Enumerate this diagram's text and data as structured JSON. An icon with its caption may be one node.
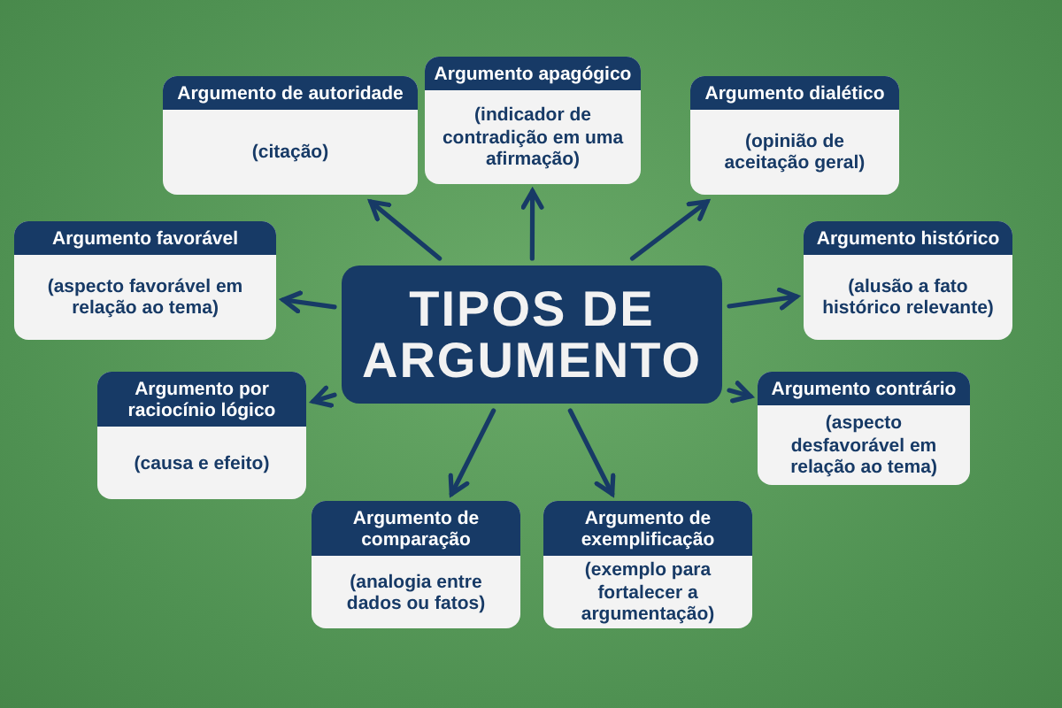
{
  "diagram": {
    "nodes": [
      {
        "text": [
          "TIPOS DE ARGUMENTO"
        ]
      },
      {
        "text": [
          "Argumento de autoridade",
          "(citação)"
        ]
      },
      {
        "text": [
          "Argumento apagógico",
          "(indicador de contradição em uma afirmação)"
        ]
      },
      {
        "text": [
          "Argumento dialético",
          "(opinião de aceitação geral)"
        ]
      },
      {
        "text": [
          "Argumento favorável",
          "(aspecto favorável em relação ao tema)"
        ]
      },
      {
        "text": [
          "Argumento histórico",
          "(alusão a fato histórico relevante)"
        ]
      },
      {
        "text": [
          "Argumento por raciocínio lógico",
          "(causa e efeito)"
        ]
      },
      {
        "text": [
          "Argumento contrário",
          "(aspecto desfavorável em relação ao tema)"
        ]
      },
      {
        "text": [
          "Argumento de comparação",
          "(analogia entre dados ou fatos)"
        ]
      },
      {
        "text": [
          "Argumento de exemplificação",
          "(exemplo para fortalecer a argumentação)"
        ]
      }
    ],
    "edges": [
      {
        "from": 0,
        "to": 1,
        "arrow": "to"
      },
      {
        "from": 0,
        "to": 2,
        "arrow": "to"
      },
      {
        "from": 0,
        "to": 3,
        "arrow": "to"
      },
      {
        "from": 0,
        "to": 4,
        "arrow": "to"
      },
      {
        "from": 0,
        "to": 5,
        "arrow": "to"
      },
      {
        "from": 0,
        "to": 6,
        "arrow": "to"
      },
      {
        "from": 0,
        "to": 7,
        "arrow": "to"
      },
      {
        "from": 0,
        "to": 8,
        "arrow": "to"
      },
      {
        "from": 0,
        "to": 9,
        "arrow": "to"
      }
    ]
  }
}
